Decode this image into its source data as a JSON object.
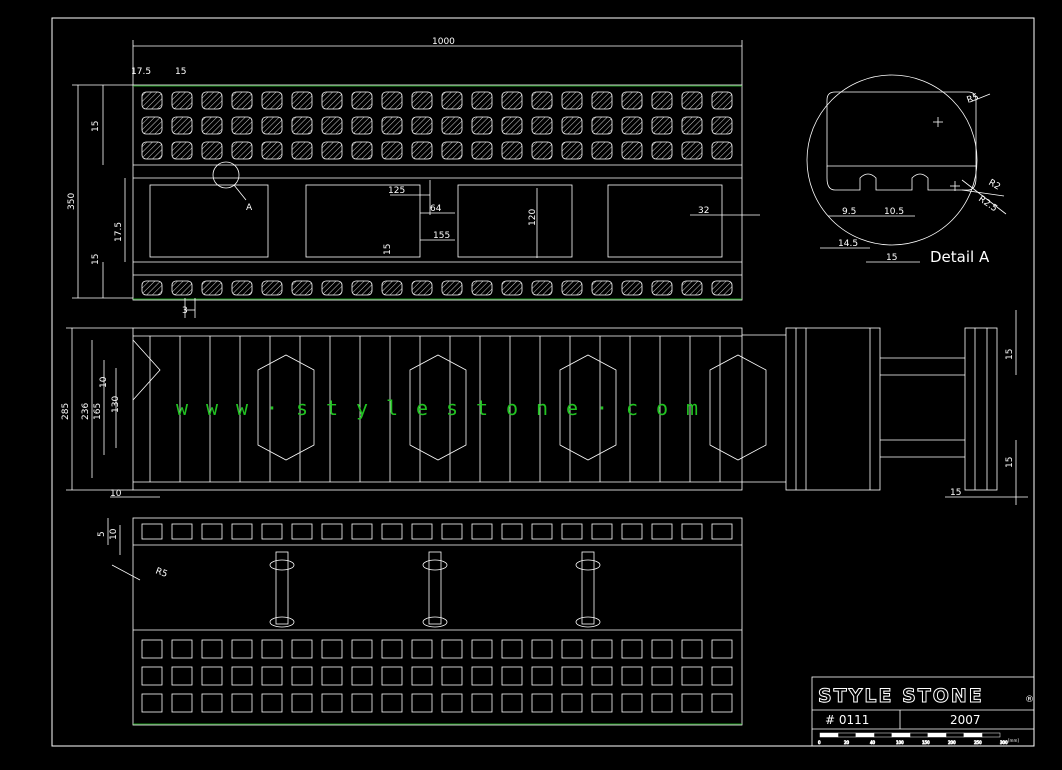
{
  "colors": {
    "background": "#000000",
    "lines": "#ffffff",
    "watermark": "#22c222"
  },
  "top_view": {
    "dimensions": {
      "overall_width": "1000",
      "left_edge": "17.5",
      "top_edge": "15",
      "height": "350",
      "inner_top": "15",
      "inner_left": "17.5",
      "inner_bottom": "15",
      "slot_125": "125",
      "slot_64": "64",
      "slot_155": "155",
      "slot_15": "15",
      "slot_120": "120",
      "slot_32": "32",
      "gap_3": "3"
    },
    "callout": "A"
  },
  "detail": {
    "title": "Detail  A",
    "dimensions": {
      "r_outer": "R5",
      "r_small": "R2",
      "r_combo": "R2.5",
      "w1": "9.5",
      "w2": "10.5",
      "w3": "14.5",
      "w4": "15"
    }
  },
  "front_view": {
    "dimensions": {
      "height": "285",
      "d236": "236",
      "d165": "165",
      "d130": "130",
      "d10": "10",
      "d10b": "10"
    },
    "watermark": "www.stylestone.com",
    "watermark_glyphs": [
      "w",
      "w",
      "w",
      "·",
      "s",
      "t",
      "y",
      "l",
      "e",
      "s",
      "t",
      "o",
      "n",
      "e",
      "·",
      "c",
      "o",
      "m"
    ]
  },
  "side_view": {
    "dimensions": {
      "top": "15",
      "bottom": "15",
      "bottom_left": "15"
    }
  },
  "bottom_view": {
    "dimensions": {
      "d5": "5",
      "d10": "10",
      "radius": "R5"
    }
  },
  "title_block": {
    "logo": "STYLE STONE",
    "registered": "®",
    "number": "#  0111",
    "year": "2007",
    "scale_labels": [
      "0",
      "20",
      "40",
      "100",
      "150",
      "200",
      "250",
      "300"
    ],
    "scale_unit": "[mm]"
  }
}
